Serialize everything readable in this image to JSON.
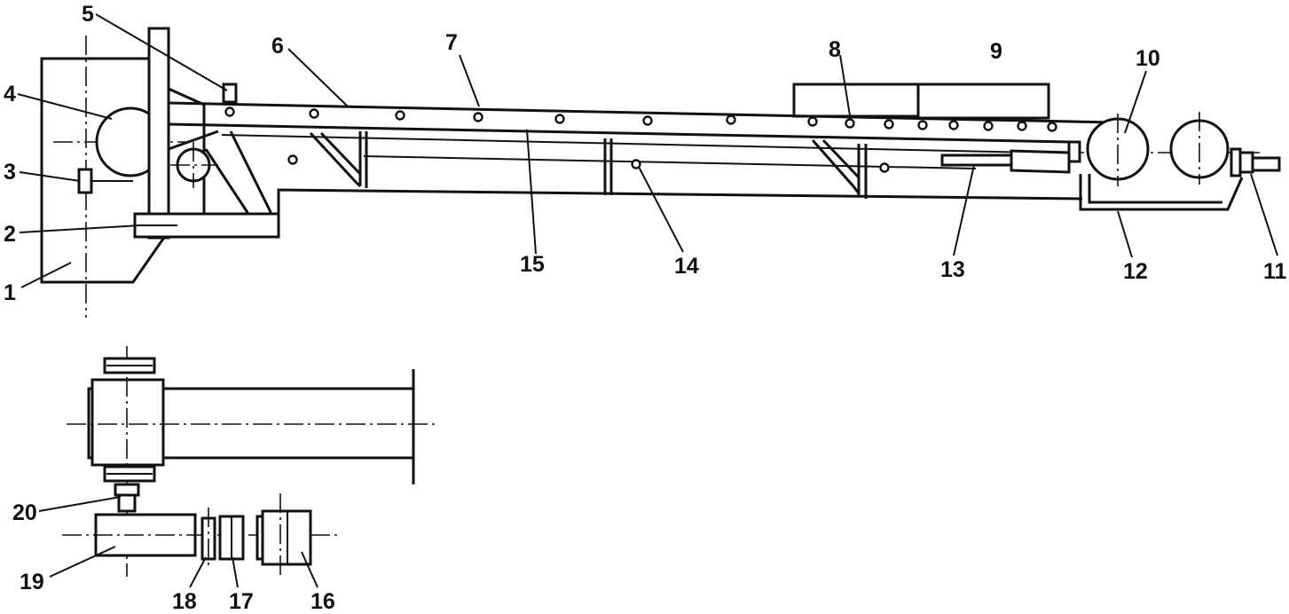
{
  "labels": {
    "l1": "1",
    "l2": "2",
    "l3": "3",
    "l4": "4",
    "l5": "5",
    "l6": "6",
    "l7": "7",
    "l8": "8",
    "l9": "9",
    "l10": "10",
    "l11": "11",
    "l12": "12",
    "l13": "13",
    "l14": "14",
    "l15": "15",
    "l16": "16",
    "l17": "17",
    "l18": "18",
    "l19": "19",
    "l20": "20"
  },
  "colors": {
    "ink": "#111111",
    "paper": "#ffffff"
  }
}
